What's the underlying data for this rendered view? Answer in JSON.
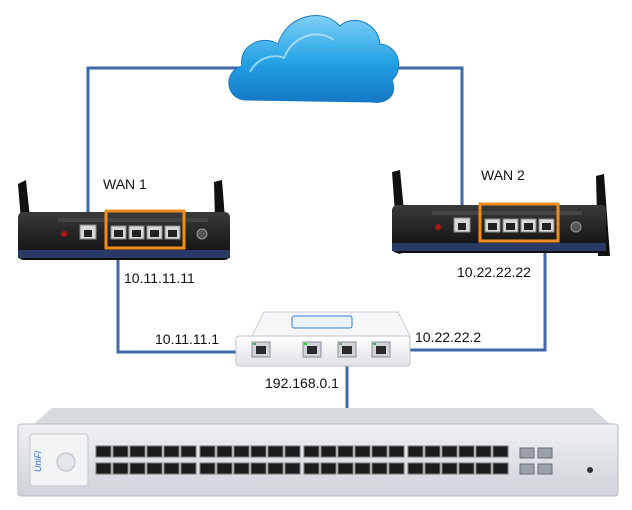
{
  "labels": {
    "wan1": "WAN 1",
    "wan2": "WAN 2",
    "wan1_ip": "10.11.11.11",
    "wan2_ip": "10.22.22.22",
    "gw_wan1_ip": "10.11.11.1",
    "gw_wan2_ip": "10.22.22.2",
    "lan_ip": "192.168.0.1"
  },
  "switch_brand": "UniFi",
  "icons": {
    "cloud": "cloud-icon",
    "router_left": "router-icon",
    "router_right": "router-icon",
    "gateway": "security-gateway-icon",
    "switch": "switch-icon"
  },
  "colors": {
    "cable": "#3e6aa8",
    "cloud": "#1e9ae0",
    "router_body": "#1b1b1b",
    "router_highlight": "#f08c1e",
    "gateway_body": "#f4f4f6",
    "switch_body": "#e4e6ea"
  }
}
